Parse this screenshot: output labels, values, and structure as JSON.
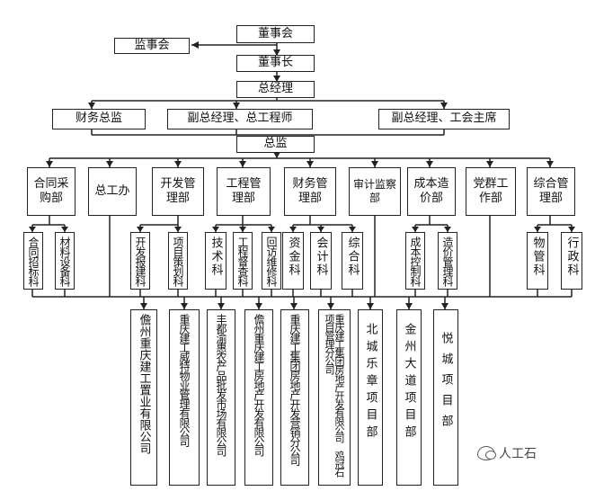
{
  "org": {
    "board": "董事会",
    "supervisors": "监事会",
    "chairman": "董事长",
    "gm": "总经理",
    "finance_director": "财务总监",
    "vp_chief_engineer": "副总经理、总工程师",
    "vp_union": "副总经理、工会主席",
    "director": "总监",
    "departments": [
      "合同采购部",
      "总工办",
      "开发管理部",
      "工程管理部",
      "财务管理部",
      "审计监察部",
      "成本造价部",
      "党群工作部",
      "综合管理部"
    ],
    "sections": [
      "合同招标科",
      "材料设备科",
      "开发报建科",
      "项目策划科",
      "技术科",
      "工程督查科",
      "回访维修科",
      "资金科",
      "会计科",
      "综合科",
      "成本控制科",
      "造价管理科",
      "物管科",
      "行政科"
    ],
    "subsidiaries": [
      "儋州重庆建工置业有限公司",
      "重庆建工威特物业管理有限公司",
      "丰都渝惠农产品批发市场有限公司",
      "儋州重庆建工房地产开发有限公司",
      "重庆建工集团房地产开发营销分公司",
      "重庆建工集团房地产开发有限公司　鸡冠石项目管理分公司",
      "北城乐章项目部",
      "金州大道项目部",
      "悦城项目部"
    ]
  },
  "watermark": "人工石"
}
